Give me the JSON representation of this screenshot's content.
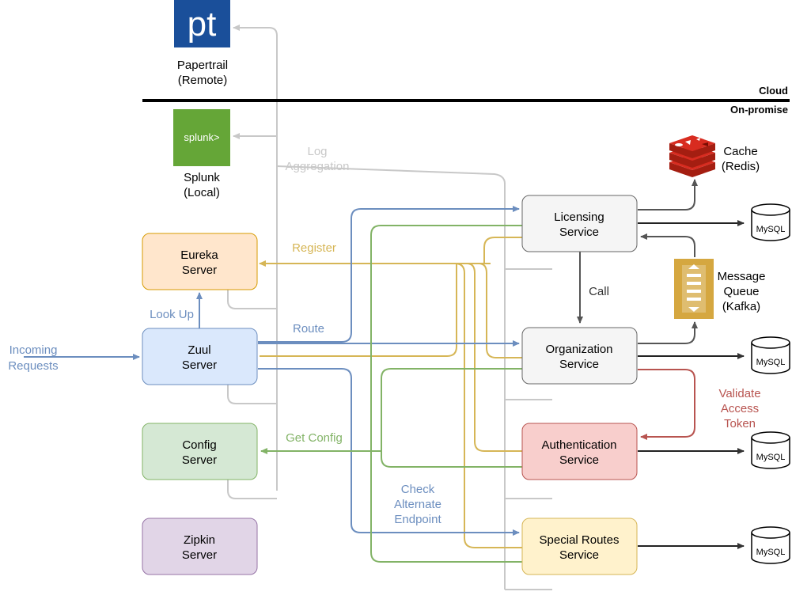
{
  "colors": {
    "blue": "#6c8ebf",
    "gold": "#d6b656",
    "green": "#82b366",
    "gray_line": "#c8c8c8",
    "dark_line": "#555555",
    "red": "#b85450",
    "papertrail": "#1a4f9a",
    "splunk": "#65a637",
    "redis": "#c6302b",
    "kafka": "#d5a740"
  },
  "zones": {
    "cloud": "Cloud",
    "on_premise": "On-promise"
  },
  "logos": {
    "papertrail": {
      "glyph": "pt",
      "caption1": "Papertrail",
      "caption2": "(Remote)"
    },
    "splunk": {
      "glyph": "splunk>",
      "caption1": "Splunk",
      "caption2": "(Local)"
    },
    "redis": {
      "caption1": "Cache",
      "caption2": "(Redis)"
    },
    "kafka": {
      "caption1": "Message",
      "caption2": "Queue",
      "caption3": "(Kafka)"
    }
  },
  "incoming": {
    "line1": "Incoming",
    "line2": "Requests"
  },
  "servers": {
    "eureka": {
      "line1": "Eureka",
      "line2": "Server"
    },
    "zuul": {
      "line1": "Zuul",
      "line2": "Server"
    },
    "config": {
      "line1": "Config",
      "line2": "Server"
    },
    "zipkin": {
      "line1": "Zipkin",
      "line2": "Server"
    }
  },
  "services": {
    "licensing": {
      "line1": "Licensing",
      "line2": "Service"
    },
    "organization": {
      "line1": "Organization",
      "line2": "Service"
    },
    "authentication": {
      "line1": "Authentication",
      "line2": "Service"
    },
    "special_routes": {
      "line1": "Special Routes",
      "line2": "Service"
    }
  },
  "databases": [
    "MySQL",
    "MySQL",
    "MySQL",
    "MySQL"
  ],
  "labels": {
    "log_aggregation1": "Log",
    "log_aggregation2": "Aggregation",
    "register": "Register",
    "look_up": "Look Up",
    "route": "Route",
    "get_config": "Get Config",
    "call": "Call",
    "check1": "Check",
    "check2": "Alternate",
    "check3": "Endpoint",
    "validate1": "Validate",
    "validate2": "Access",
    "validate3": "Token"
  }
}
